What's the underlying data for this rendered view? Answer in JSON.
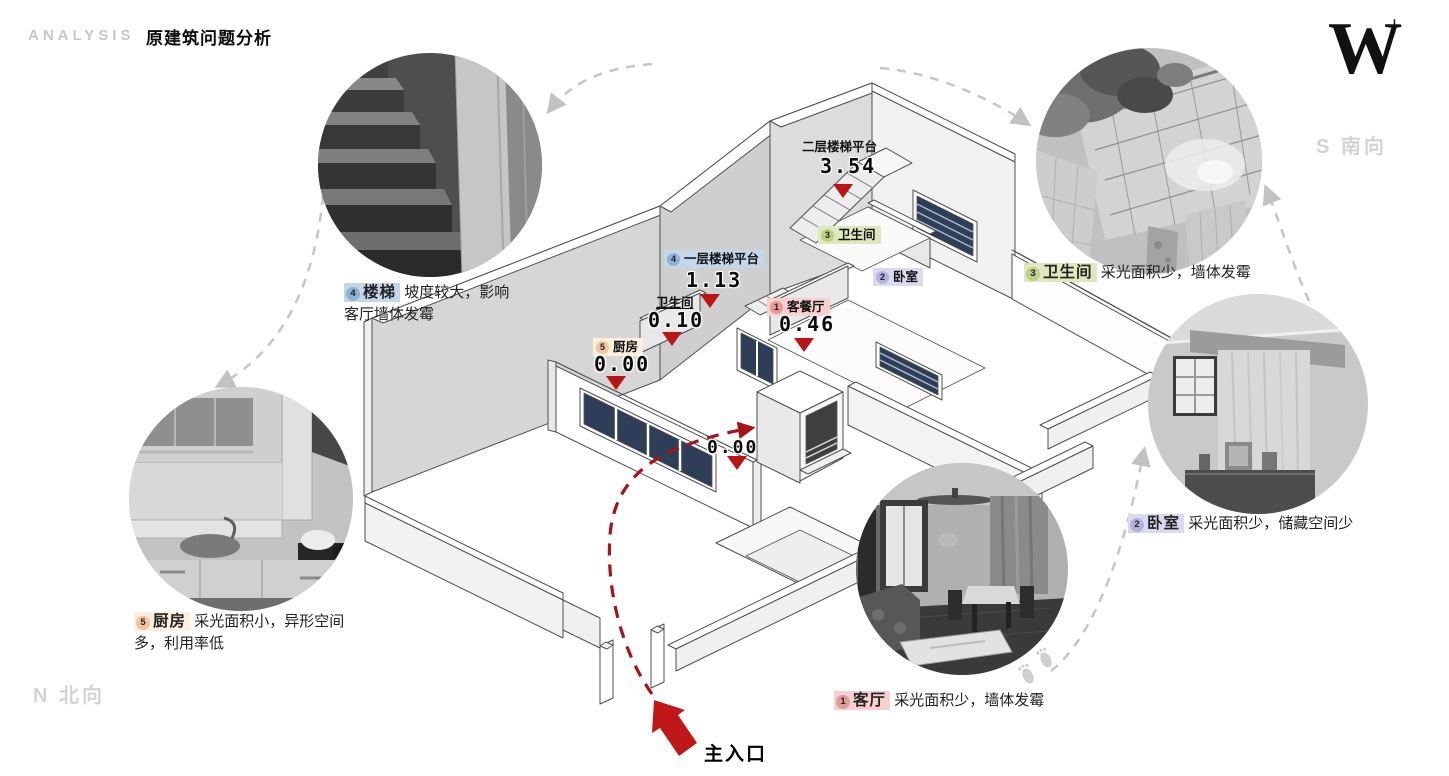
{
  "header": {
    "tag": "ANALYSIS",
    "title": "原建筑问题分析"
  },
  "logo": {
    "mark": "W",
    "plus": "+"
  },
  "compass": {
    "south": "S 南向",
    "north": "N 北向"
  },
  "entrance": {
    "label": "主入口",
    "value": "0.00"
  },
  "colors": {
    "accent_red": "#b01515",
    "window_navy": "#2f3e58",
    "dashed_gray": "#c6c6c6",
    "wall_shade": "#d6d6d6"
  },
  "plan": {
    "annotations": [
      {
        "room": "二层楼梯平台",
        "value": "3.54"
      },
      {
        "num": "4",
        "room": "一层楼梯平台",
        "value": "1.13",
        "bg": "#c3d7e9",
        "badge": "#8fb3d6"
      },
      {
        "room": "卫生间",
        "value": "0.10"
      },
      {
        "num": "1",
        "room": "客餐厅",
        "value": "0.46",
        "bg": "#f8cfcf",
        "badge": "#e59a9a"
      },
      {
        "num": "5",
        "room": "厨房",
        "value": "0.00",
        "bg": "#fdeedd",
        "badge": "#f0c49c"
      },
      {
        "num": "3",
        "room": "卫生间",
        "bg": "#dde8bc",
        "badge": "#bdd083"
      },
      {
        "num": "2",
        "room": "卧室",
        "bg": "#d9d9f0",
        "badge": "#b3b3de"
      }
    ]
  },
  "captions": [
    {
      "num": "4",
      "room": "楼梯",
      "desc": "坡度较大，影响客厅墙体发霉",
      "bg": "#c3d7e9",
      "badge": "#8fb3d6"
    },
    {
      "num": "5",
      "room": "厨房",
      "desc": "采光面积小，异形空间多，利用率低",
      "bg": "#fdeedd",
      "badge": "#f0c49c"
    },
    {
      "num": "3",
      "room": "卫生间",
      "desc": "采光面积少，墙体发霉",
      "bg": "#dde8bc",
      "badge": "#bdd083"
    },
    {
      "num": "2",
      "room": "卧室",
      "desc": "采光面积少，储藏空间少",
      "bg": "#d9d9f0",
      "badge": "#b3b3de"
    },
    {
      "num": "1",
      "room": "客厅",
      "desc": "采光面积少，墙体发霉",
      "bg": "#f8cfcf",
      "badge": "#e59a9a"
    }
  ],
  "photos": [
    {
      "name": "stairs-photo"
    },
    {
      "name": "kitchen-photo"
    },
    {
      "name": "bathroom-ceiling-photo"
    },
    {
      "name": "bedroom-photo"
    },
    {
      "name": "living-room-photo"
    }
  ]
}
